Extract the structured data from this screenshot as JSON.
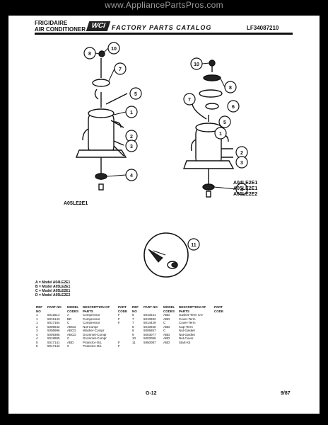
{
  "watermark": "www.AppliancePartsPros.com",
  "header": {
    "brand_line1": "FRIGIDAIRE",
    "brand_line2": "AIR CONDITIONER",
    "logo": "WCI",
    "catalog_title": "FACTORY PARTS CATALOG",
    "doc_number": "LF34087210"
  },
  "diagram": {
    "left_label": "A05LE2E1",
    "right_label_lines": [
      "A04LE2E1",
      "A05LE2E1",
      "A05LE2E2"
    ],
    "left_callouts": [
      "8",
      "10",
      "7",
      "5",
      "1",
      "2",
      "3",
      "4"
    ],
    "right_callouts": [
      "10",
      "8",
      "7",
      "6",
      "5",
      "1",
      "2",
      "3",
      "4"
    ],
    "inset_callout": "11"
  },
  "models": [
    "A = Model A04LE2E1",
    "B = Model A05LE2E1",
    "C = Model A05LE2E1",
    "D = Model A05LE2E2"
  ],
  "table": {
    "headers": [
      "REF NO",
      "PART NO",
      "MODEL CODES",
      "DESCRIPTION OF PARTS",
      "PART CODE"
    ],
    "left_rows": [
      [
        "1",
        "5012514",
        "A",
        "Compressor",
        "F"
      ],
      [
        "1",
        "5015143",
        "BD",
        "Compressor",
        "F"
      ],
      [
        "1",
        "5017154",
        "C",
        "Compressor",
        "F"
      ],
      [
        "2",
        "5005942",
        "ABCD",
        "Nut-Compr",
        ""
      ],
      [
        "3",
        "5006996",
        "ABCD",
        "Washer-Compr",
        ""
      ],
      [
        "4",
        "5009395",
        "ABCD",
        "Grommet-Compr",
        ""
      ],
      [
        "4",
        "5018905",
        "C",
        "Grommet-Compr",
        ""
      ],
      [
        "5",
        "5017141",
        "ABD",
        "Protector-O/L",
        "F"
      ],
      [
        "5",
        "5017142",
        "C",
        "Protector-O/L",
        "F"
      ]
    ],
    "right_rows": [
      [
        "6",
        "5010241",
        "ABD",
        "Gasket-Term Cvr",
        ""
      ],
      [
        "7",
        "5010932",
        "ABD",
        "Cover-Term",
        ""
      ],
      [
        "7",
        "5014429",
        "C",
        "Cover-Term",
        ""
      ],
      [
        "8",
        "5010940",
        "ABD",
        "Cap-Term",
        ""
      ],
      [
        "8",
        "5006857",
        "C",
        "Nut-Gasket",
        ""
      ],
      [
        "9",
        "5003077",
        "ABD",
        "Nut-Gasket",
        ""
      ],
      [
        "10",
        "5003056",
        "ABD",
        "Nut-Cover",
        ""
      ],
      [
        "11",
        "5950087",
        "ABD",
        "Start-Kit",
        ""
      ]
    ]
  },
  "footer": {
    "page": "G-12",
    "date": "9/87"
  }
}
